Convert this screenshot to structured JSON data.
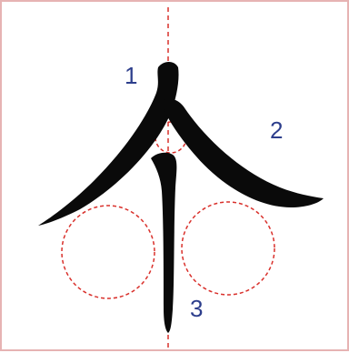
{
  "labels": {
    "stroke_1": "1",
    "stroke_2": "2",
    "stroke_3": "3"
  },
  "colors": {
    "frame_border": "#e6b3b3",
    "guide_line": "#d9302b",
    "ink": "#0a0a0a",
    "stroke_numbers": "#2d3e8c"
  },
  "icons": {
    "character": "calligraphy-character-icon"
  }
}
